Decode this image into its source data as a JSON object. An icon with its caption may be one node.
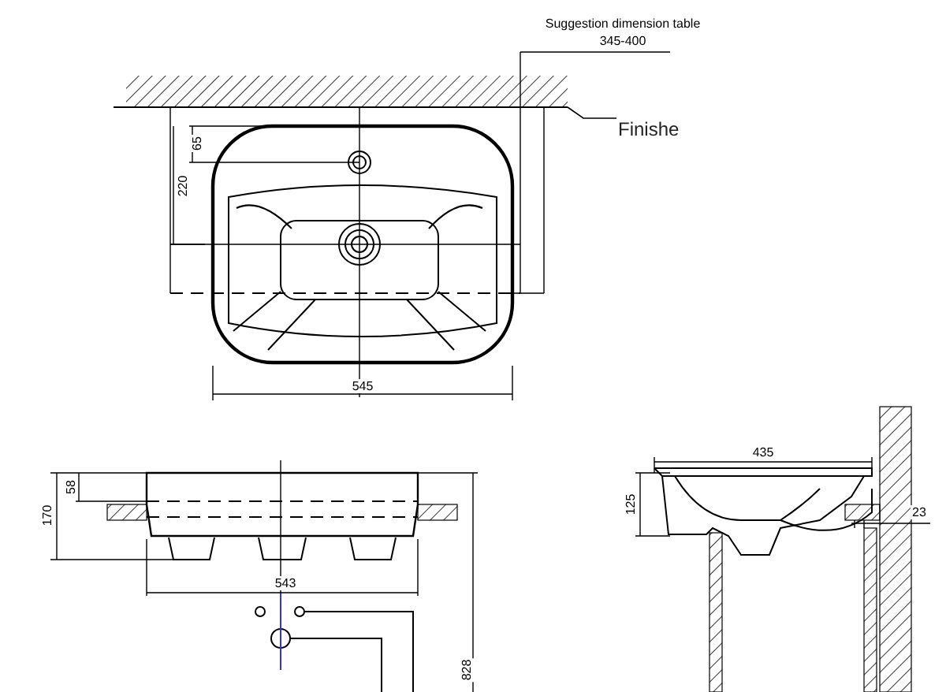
{
  "diagram": {
    "nodes": [
      {
        "text": [],
        "shape": "bar"
      },
      {
        "text": [
          "Finishe"
        ]
      }
    ],
    "edges": [
      {
        "from": 1,
        "to": 0,
        "arrow": "none"
      }
    ],
    "labels": [
      "Suggestion dimension table",
      "345-400",
      "65",
      "220",
      "545",
      "58",
      "170",
      "543",
      "828",
      "435",
      "125",
      "23"
    ]
  }
}
